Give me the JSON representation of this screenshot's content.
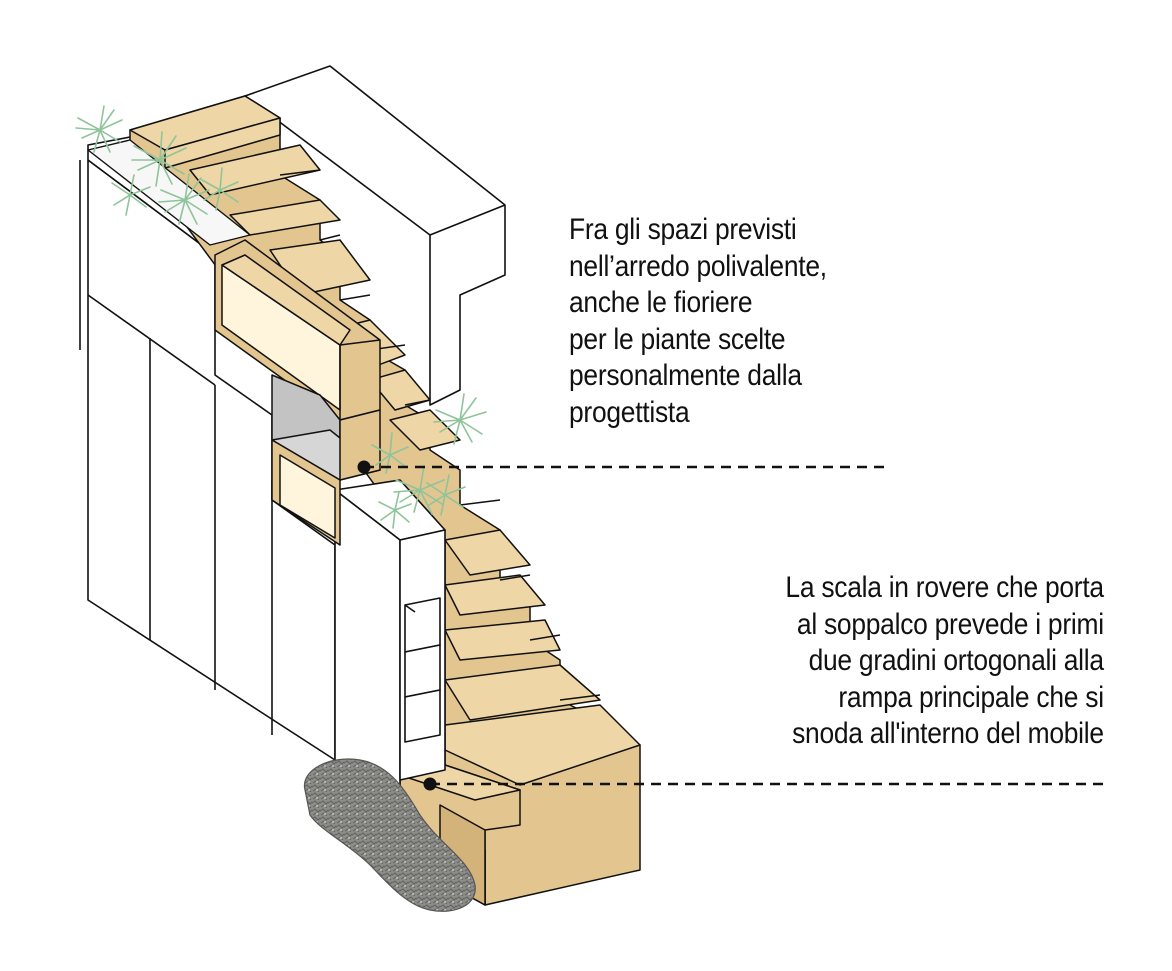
{
  "colors": {
    "oak": "#e3c590",
    "oak_dark": "#d4b37a",
    "panel": "#ffffff",
    "line": "#111111",
    "gray_niche": "#bcbcbc",
    "plant": "#9bc9a2",
    "stone": "#8a8a86"
  },
  "icons": {
    "plant": "plant-icon",
    "stone": "stone-icon",
    "pointer": "leader-dot-icon"
  },
  "captions": [
    {
      "lines": [
        "Fra gli spazi previsti",
        "nell’arredo polivalente,",
        "anche le fioriere",
        "per le piante scelte",
        "personalmente dalla",
        "progettista"
      ]
    },
    {
      "lines": [
        "La scala in rovere che porta",
        "al soppalco prevede i primi",
        "due gradini ortogonali alla",
        "rampa principale che si",
        "snoda all'interno del mobile"
      ]
    }
  ]
}
